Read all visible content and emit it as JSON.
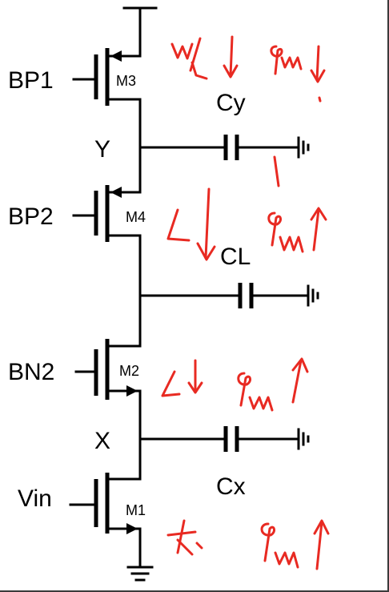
{
  "circuit": {
    "transistors": [
      {
        "id": "M3",
        "gate": "BP1"
      },
      {
        "id": "M4",
        "gate": "BP2"
      },
      {
        "id": "M2",
        "gate": "BN2"
      },
      {
        "id": "M1",
        "gate": "Vin"
      }
    ],
    "nodes": [
      "Y",
      "X"
    ],
    "capacitors": [
      "Cy",
      "CL",
      "Cx"
    ]
  },
  "annotations": {
    "ink_color": "#e82a22"
  }
}
